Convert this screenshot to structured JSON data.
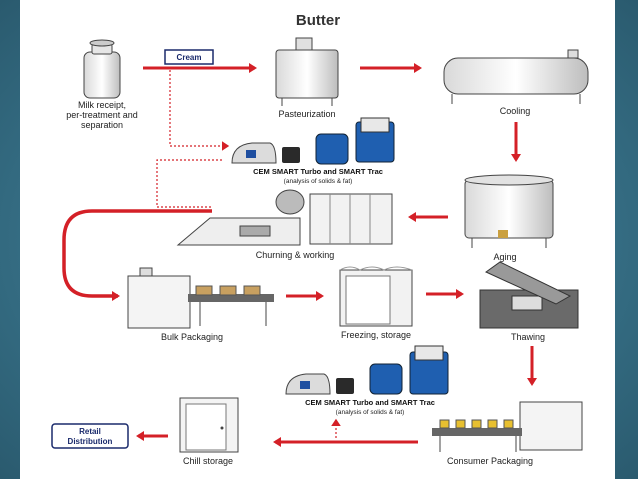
{
  "title": "Butter",
  "labels": {
    "milk_receipt": [
      "Milk receipt,",
      "per-treatment and",
      "separation"
    ],
    "cream": "Cream",
    "pasteurization": "Pasteurization",
    "cooling": "Cooling",
    "aging": "Aging",
    "churning": "Churning & working",
    "bulk_packaging": "Bulk Packaging",
    "freezing": "Freezing, storage",
    "thawing": "Thawing",
    "consumer_packaging": "Consumer Packaging",
    "chill_storage": "Chill storage",
    "retail_distribution": [
      "Retail",
      "Distribution"
    ]
  },
  "cem_top": {
    "name": "CEM SMART Turbo and SMART Trac",
    "sub": "(analysis of solids & fat)"
  },
  "cem_bottom": {
    "name": "CEM SMART Turbo and SMART Trac",
    "sub": "(analysis of solids & fat)"
  },
  "colors": {
    "arrow": "#d42027",
    "frame": "#3a6f86",
    "box_border": "#1a2a6c"
  }
}
